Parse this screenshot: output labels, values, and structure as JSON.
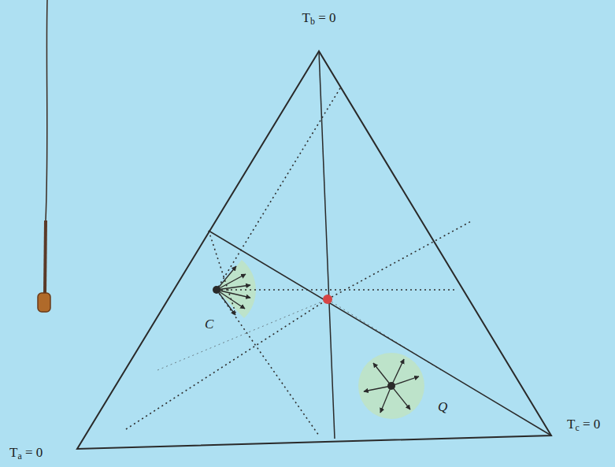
{
  "diagram": {
    "labels": [
      "Tb = 0",
      "Ta = 0",
      "Tc = 0",
      "C",
      "Q"
    ]
  }
}
